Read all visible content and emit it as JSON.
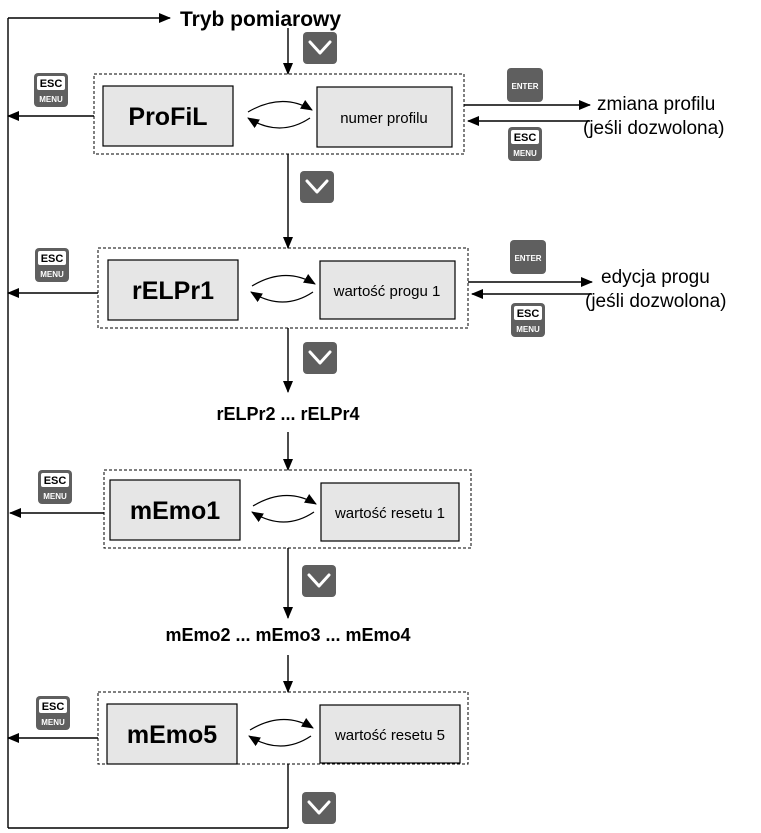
{
  "title": "Tryb pomiarowy",
  "keys": {
    "esc": "ESC",
    "menu": "MENU",
    "enter": "ENTER",
    "down_icon": "chevron-down-icon"
  },
  "colors": {
    "key_fill": "#5f5f5f",
    "box_fill": "#e6e6e6",
    "line": "#000000"
  },
  "blocks": [
    {
      "param": "ProFiL",
      "value": "numer profilu",
      "side_line1": "zmiana profilu",
      "side_line2": "(jeśli dozwolona)"
    },
    {
      "param": "rELPr1",
      "value": "wartość progu 1",
      "side_line1": "edycja progu",
      "side_line2": "(jeśli dozwolona)"
    },
    {
      "param": "mEmo1",
      "value": "wartość resetu 1"
    },
    {
      "param": "mEmo5",
      "value": "wartość resetu 5"
    }
  ],
  "between": [
    "rELPr2 ... rELPr4",
    "mEmo2 ... mEmo3 ... mEmo4"
  ]
}
